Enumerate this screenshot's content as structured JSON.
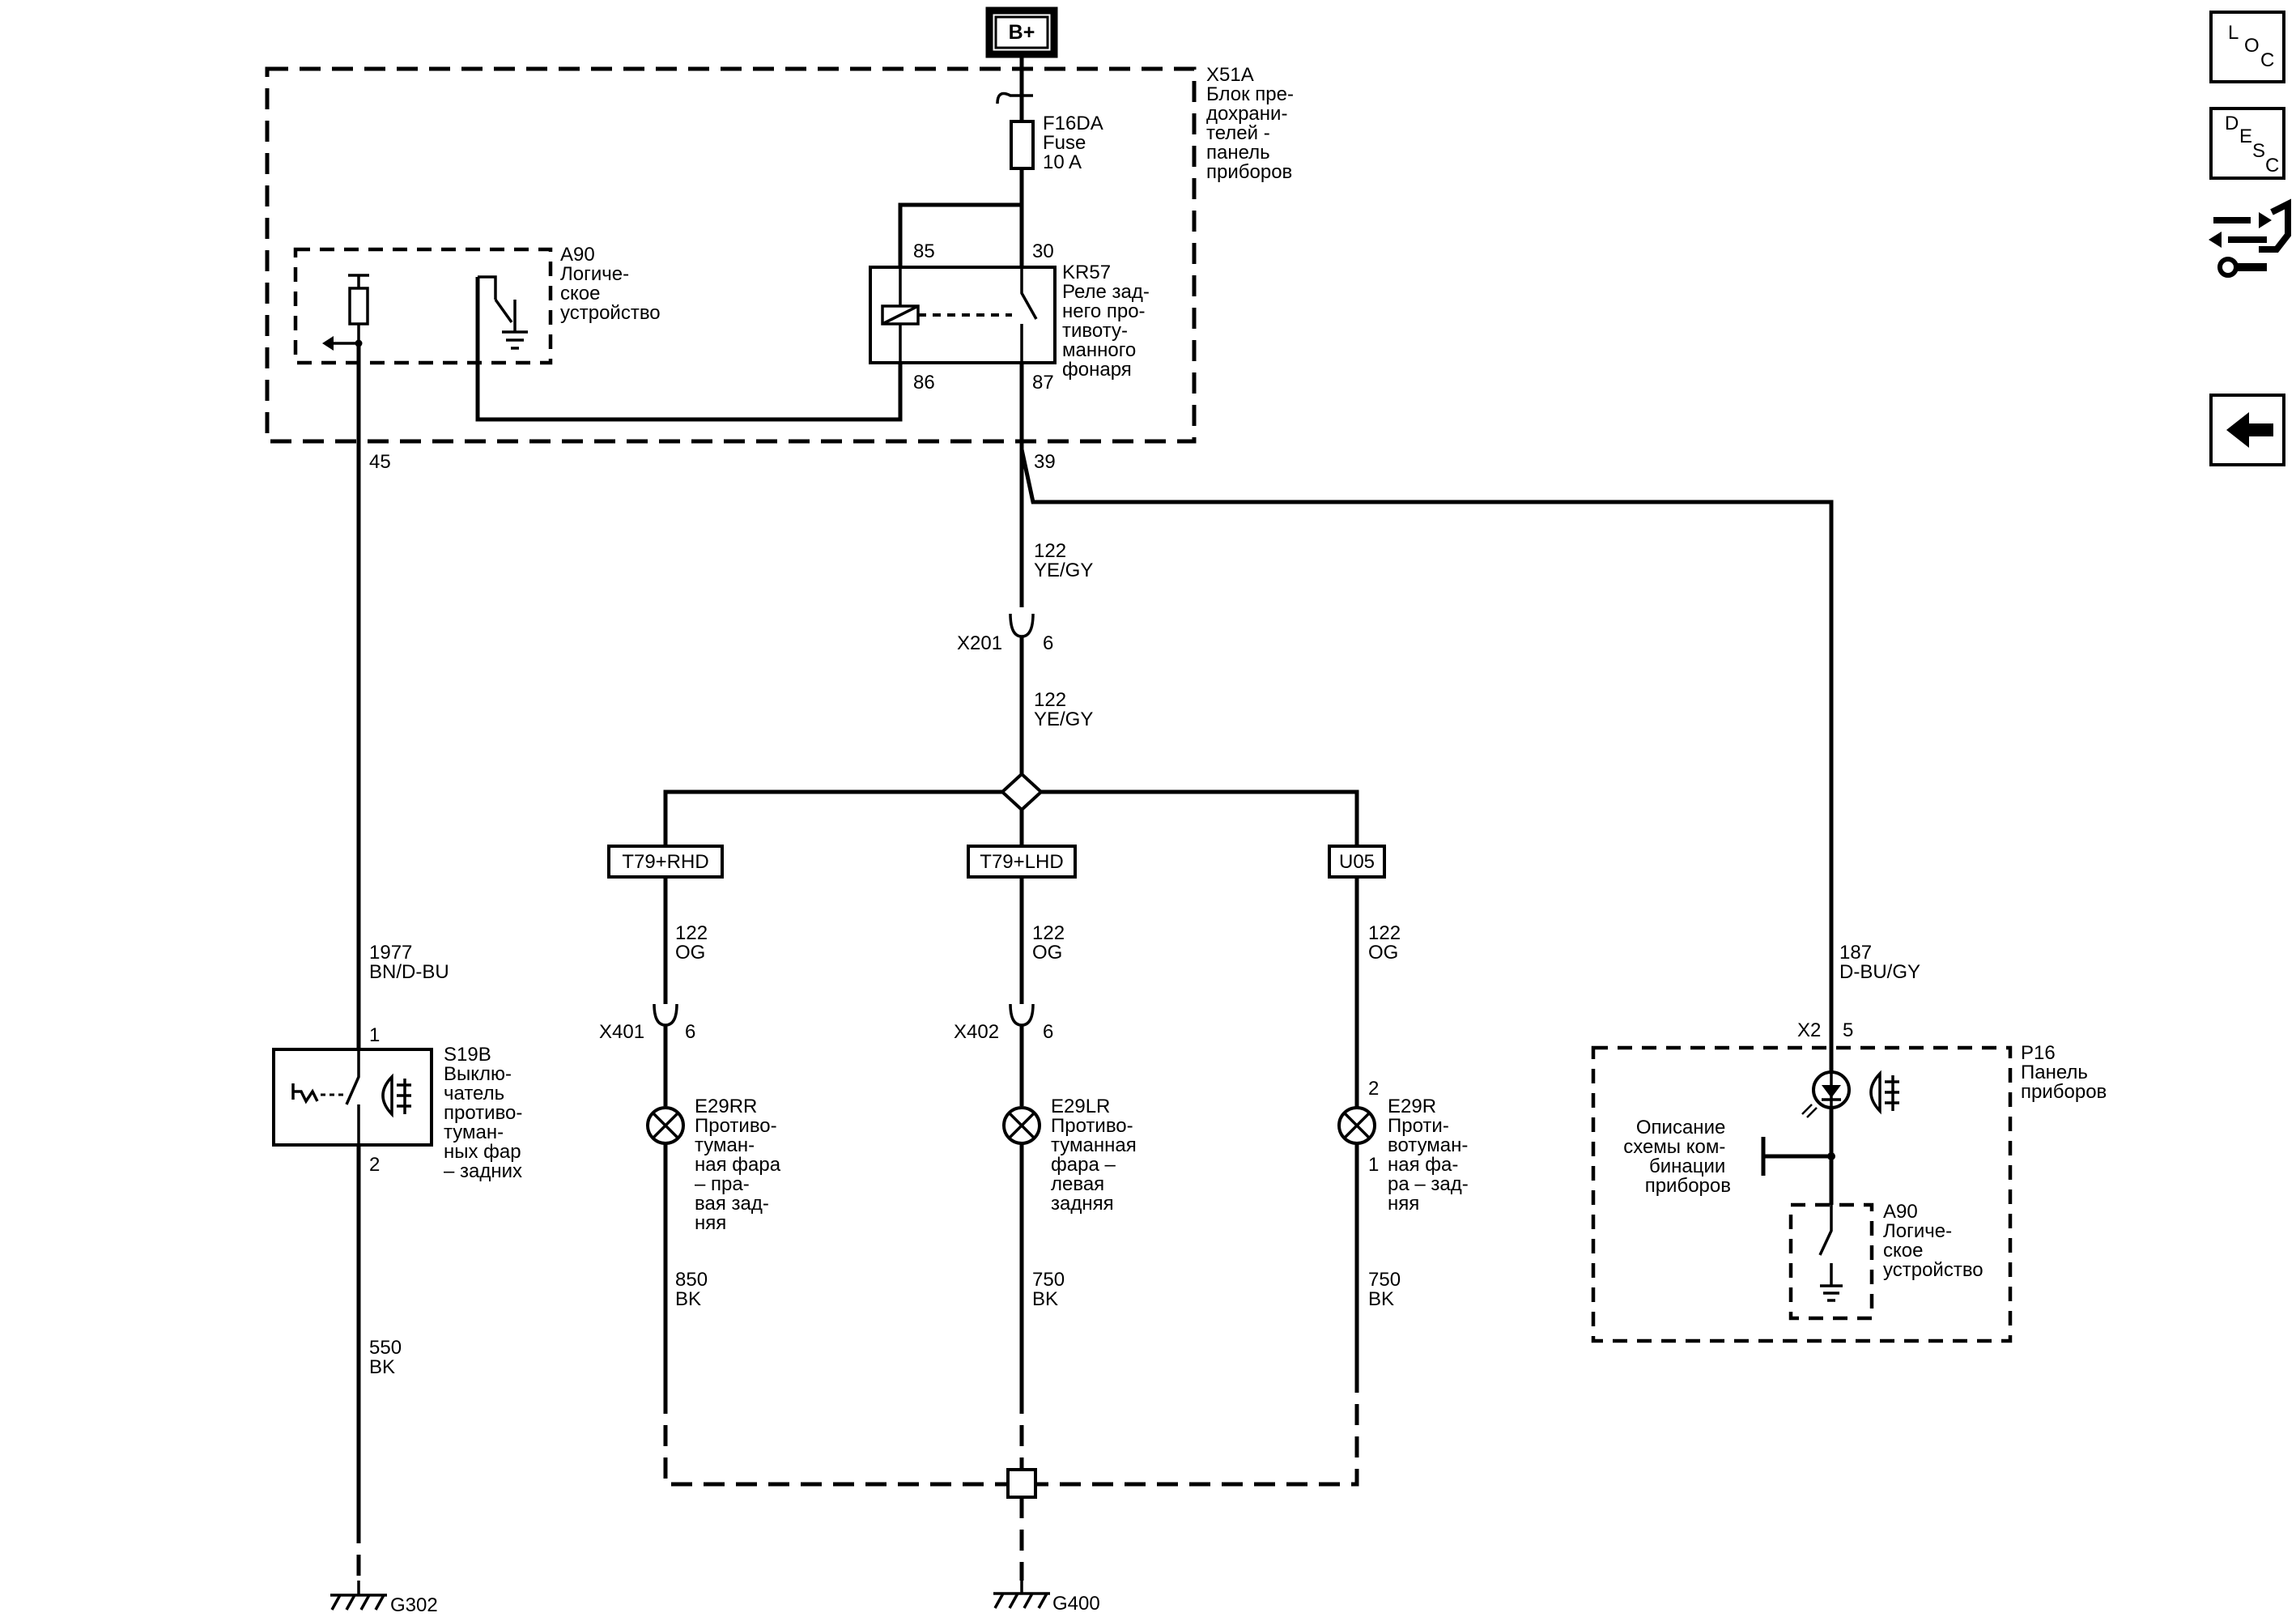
{
  "power": {
    "label": "B+"
  },
  "fuse_block": {
    "id": "X51A",
    "name_lines": [
      "Блок пре-",
      "дохрани-",
      "телей -",
      "панель",
      "приборов"
    ],
    "connector_pin": "39"
  },
  "fuse": {
    "lines": [
      "F16DA",
      "Fuse",
      "10 A"
    ]
  },
  "logic_unit_top": {
    "lines": [
      "A90",
      "Логиче-",
      "ское",
      "устройство"
    ],
    "pin": "45"
  },
  "relay": {
    "lines": [
      "KR57",
      "Реле зад-",
      "него про-",
      "тивоту-",
      "манного",
      "фонаря"
    ],
    "pin_85": "85",
    "pin_30": "30",
    "pin_86": "86",
    "pin_87": "87"
  },
  "wires": {
    "w122a": [
      "122",
      "YE/GY"
    ],
    "w122b": [
      "122",
      "YE/GY"
    ],
    "w122_rr": [
      "122",
      "OG"
    ],
    "w122_lr": [
      "122",
      "OG"
    ],
    "w122_r": [
      "122",
      "OG"
    ],
    "w1977": [
      "1977",
      "BN/D-BU"
    ],
    "w187": [
      "187",
      "D-BU/GY"
    ],
    "w550": [
      "550",
      "BK"
    ],
    "w850": [
      "850",
      "BK"
    ],
    "w750a": [
      "750",
      "BK"
    ],
    "w750b": [
      "750",
      "BK"
    ]
  },
  "connectors": {
    "x201": {
      "id": "X201",
      "pin": "6"
    },
    "x401": {
      "id": "X401",
      "pin": "6"
    },
    "x402": {
      "id": "X402",
      "pin": "6"
    },
    "x2": {
      "id": "X2",
      "pin": "5"
    }
  },
  "options": {
    "rhd": "T79+RHD",
    "lhd": "T79+LHD",
    "u05": "U05"
  },
  "switch": {
    "lines": [
      "S19B",
      "Выклю-",
      "чатель",
      "противо-",
      "туман-",
      "ных фар",
      "– задних"
    ],
    "pin1": "1",
    "pin2": "2"
  },
  "lamps": {
    "rr": {
      "lines": [
        "E29RR",
        "Противо-",
        "туман-",
        "ная фара",
        "– пра-",
        "вая зад-",
        "няя"
      ]
    },
    "lr": {
      "lines": [
        "E29LR",
        "Противо-",
        "туманная",
        "фара –",
        "левая",
        "задняя"
      ]
    },
    "r": {
      "lines": [
        "E29R",
        "Проти-",
        "вотуман-",
        "ная фа-",
        "ра – зад-",
        "няя"
      ],
      "pin2": "2",
      "pin1": "1"
    }
  },
  "cluster": {
    "lines": [
      "P16",
      "Панель",
      "приборов"
    ],
    "desc_lines": [
      "Описание",
      "схемы ком-",
      "бинации",
      "приборов"
    ]
  },
  "logic_unit_bottom": {
    "lines": [
      "A90",
      "Логиче-",
      "ское",
      "устройство"
    ]
  },
  "grounds": {
    "g302": "G302",
    "g400": "G400"
  },
  "nav": {
    "loc": [
      "L",
      "O",
      "C"
    ],
    "desc": [
      "D",
      "E",
      "S",
      "C"
    ],
    "icons": [
      "connector-info-icon",
      "back-arrow-icon"
    ]
  }
}
